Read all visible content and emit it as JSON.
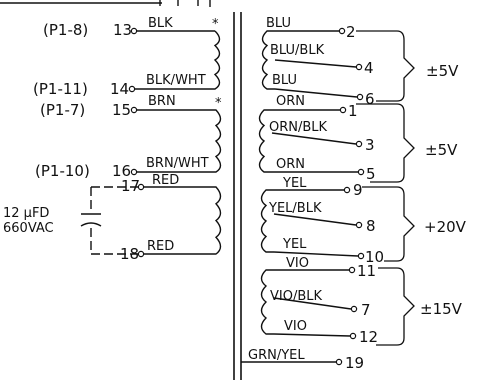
{
  "primary": {
    "leads": [
      {
        "pin": "(P1-8)",
        "terminal": "13",
        "wire": "BLK",
        "phase_dot": true
      },
      {
        "pin": "(P1-11)",
        "terminal": "14",
        "wire": "BLK/WHT",
        "phase_dot": false
      },
      {
        "pin": "(P1-7)",
        "terminal": "15",
        "wire": "BRN",
        "phase_dot": true
      },
      {
        "pin": "(P1-10)",
        "terminal": "16",
        "wire": "BRN/WHT",
        "phase_dot": false
      },
      {
        "pin": "",
        "terminal": "17",
        "wire": "RED",
        "phase_dot": false
      },
      {
        "pin": "",
        "terminal": "18",
        "wire": "RED",
        "phase_dot": false
      }
    ],
    "capacitor": {
      "value": "12 µFD",
      "rating": "660VAC"
    }
  },
  "secondary": {
    "windings": [
      {
        "voltage": "±5V",
        "taps": [
          {
            "wire": "BLU",
            "terminal": "2"
          },
          {
            "wire": "BLU/BLK",
            "terminal": "4"
          },
          {
            "wire": "BLU",
            "terminal": "6"
          }
        ]
      },
      {
        "voltage": "±5V",
        "taps": [
          {
            "wire": "ORN",
            "terminal": "1"
          },
          {
            "wire": "ORN/BLK",
            "terminal": "3"
          },
          {
            "wire": "ORN",
            "terminal": "5"
          }
        ]
      },
      {
        "voltage": "+20V",
        "taps": [
          {
            "wire": "YEL",
            "terminal": "9"
          },
          {
            "wire": "YEL/BLK",
            "terminal": "8"
          },
          {
            "wire": "YEL",
            "terminal": "10"
          }
        ]
      },
      {
        "voltage": "±15V",
        "taps": [
          {
            "wire": "VIO",
            "terminal": "11"
          },
          {
            "wire": "VIO/BLK",
            "terminal": "7"
          },
          {
            "wire": "VIO",
            "terminal": "12"
          }
        ]
      }
    ],
    "ground": {
      "wire": "GRN/YEL",
      "terminal": "19"
    }
  }
}
